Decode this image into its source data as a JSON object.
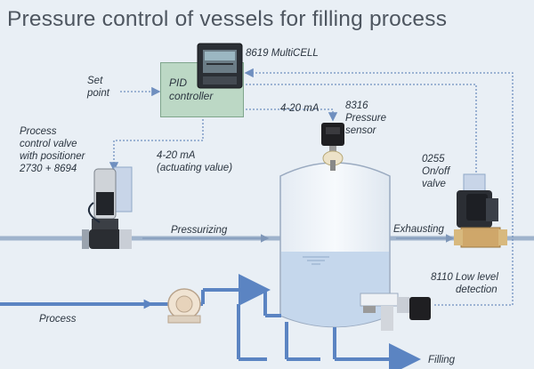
{
  "title": "Pressure control of vessels for filling process",
  "labels": {
    "multicell": "8619 MultiCELL",
    "set_point_1": "Set",
    "set_point_2": "point",
    "pid_1": "PID",
    "pid_2": "controller",
    "ma_top": "4-20 mA",
    "sensor_1": "8316",
    "sensor_2": "Pressure",
    "sensor_3": "sensor",
    "pcv_1": "Process",
    "pcv_2": "control valve",
    "pcv_3": "with positioner",
    "pcv_4": "2730 + 8694",
    "act_1": "4-20 mA",
    "act_2": "(actuating value)",
    "onoff_1": "0255",
    "onoff_2": "On/off",
    "onoff_3": "valve",
    "pressurizing": "Pressurizing",
    "exhausting": "Exhausting",
    "level_1": "8110  Low level",
    "level_2": "detection",
    "process": "Process",
    "filling": "Filling"
  },
  "colors": {
    "pipe": "#8fa8c7",
    "process_pipe": "#5b84c2",
    "signal": "#6f8fbf",
    "liquid": "#c5d7ec",
    "pid_box": "#bcd8c5"
  }
}
